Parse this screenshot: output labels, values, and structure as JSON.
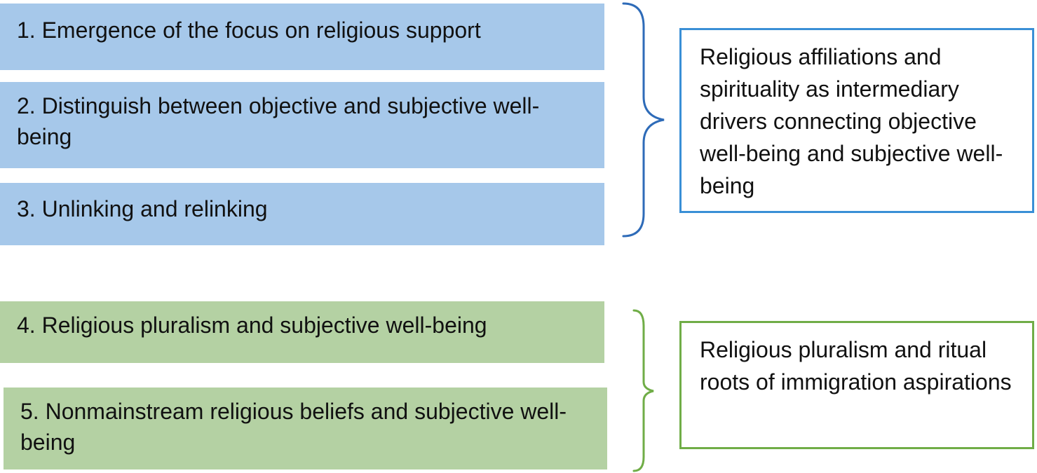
{
  "group_one": {
    "items": [
      {
        "text": "1. Emergence of the focus on religious support"
      },
      {
        "text": "2. Distinguish between objective and subjective well-being"
      },
      {
        "text": "3. Unlinking and relinking"
      }
    ],
    "summary": "Religious affiliations and spirituality as intermediary drivers connecting objective well-being and subjective well-being",
    "color": "#a6c8ea",
    "brace_color": "#2e6bb8",
    "border_color": "#3a8fd6"
  },
  "group_two": {
    "items": [
      {
        "text": "4. Religious pluralism and subjective well-being"
      },
      {
        "text": "5. Nonmainstream religious beliefs and subjective well-being"
      }
    ],
    "summary": "Religious pluralism and ritual roots of immigration aspirations",
    "color": "#b4d1a3",
    "brace_color": "#70ad47",
    "border_color": "#70ad47"
  }
}
